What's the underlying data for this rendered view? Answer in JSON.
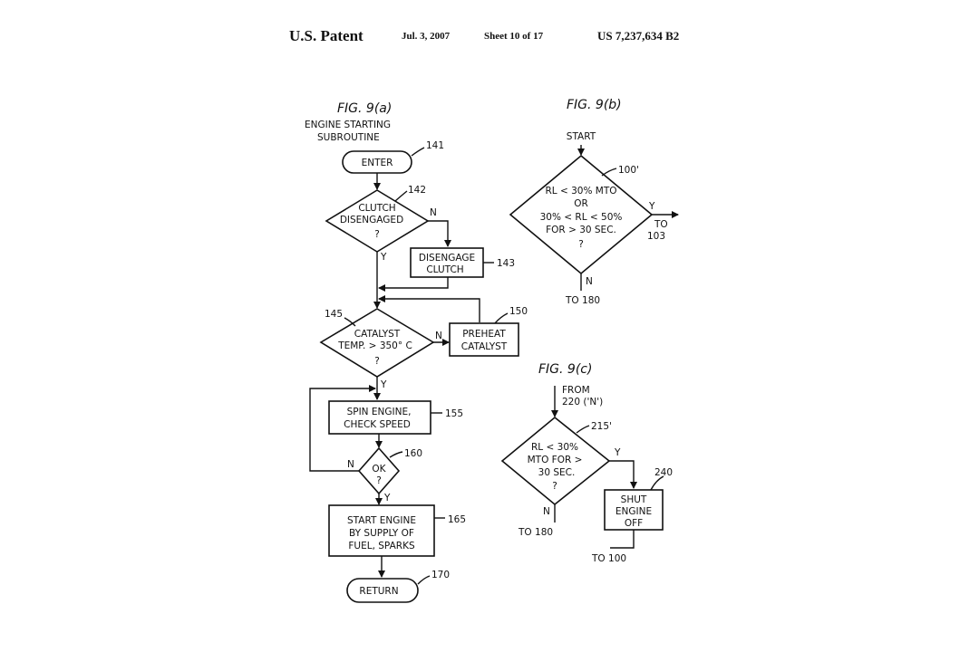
{
  "header": {
    "title": "U.S. Patent",
    "date": "Jul. 3, 2007",
    "sheet": "Sheet 10 of 17",
    "patent_number": "US 7,237,634 B2"
  },
  "fig9a": {
    "label": "FIG. 9(a)",
    "subtitle_line1": "ENGINE STARTING",
    "subtitle_line2": "SUBROUTINE",
    "enter": "ENTER",
    "enter_ref": "141",
    "clutch_line1": "CLUTCH",
    "clutch_line2": "DISENGAGED",
    "clutch_line3": "?",
    "clutch_ref": "142",
    "disengage_line1": "DISENGAGE",
    "disengage_line2": "CLUTCH",
    "disengage_ref": "143",
    "catalyst_line1": "CATALYST",
    "catalyst_line2": "TEMP. > 350° C",
    "catalyst_line3": "?",
    "catalyst_ref": "145",
    "preheat_line1": "PREHEAT",
    "preheat_line2": "CATALYST",
    "preheat_ref": "150",
    "spin_line1": "SPIN ENGINE,",
    "spin_line2": "CHECK SPEED",
    "spin_ref": "155",
    "ok_line1": "OK",
    "ok_line2": "?",
    "ok_ref": "160",
    "start_line1": "START ENGINE",
    "start_line2": "BY SUPPLY OF",
    "start_line3": "FUEL, SPARKS",
    "start_ref": "165",
    "return": "RETURN",
    "return_ref": "170",
    "y": "Y",
    "n": "N"
  },
  "fig9b": {
    "label": "FIG. 9(b)",
    "start": "START",
    "diamond_line1": "RL < 30% MTO",
    "diamond_line2": "OR",
    "diamond_line3": "30% < RL < 50%",
    "diamond_line4": "FOR > 30 SEC.",
    "diamond_line5": "?",
    "diamond_ref": "100'",
    "yes_line1": "TO",
    "yes_line2": "103",
    "no_target": "TO 180",
    "y": "Y",
    "n": "N"
  },
  "fig9c": {
    "label": "FIG. 9(c)",
    "from_line1": "FROM",
    "from_line2": "220 ('N')",
    "diamond_line1": "RL < 30%",
    "diamond_line2": "MTO FOR >",
    "diamond_line3": "30 SEC.",
    "diamond_line4": "?",
    "diamond_ref": "215'",
    "shut_line1": "SHUT",
    "shut_line2": "ENGINE",
    "shut_line3": "OFF",
    "shut_ref": "240",
    "no_target": "TO 180",
    "shut_target": "TO 100",
    "y": "Y",
    "n": "N"
  }
}
